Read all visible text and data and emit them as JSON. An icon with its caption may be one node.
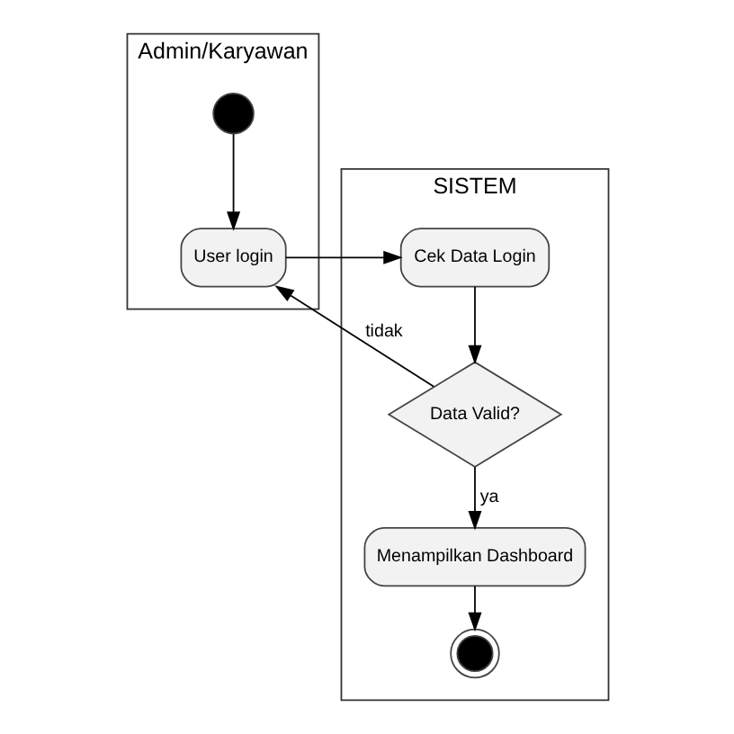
{
  "diagram": {
    "nodes": [
      {
        "text": [
          "Admin/Karyawan"
        ]
      },
      {
        "text": [],
        "shape": "circle",
        "in": 0
      },
      {
        "text": [
          "User login"
        ],
        "in": 0
      },
      {
        "text": [
          "SISTEM"
        ]
      },
      {
        "text": [
          "Cek Data Login"
        ],
        "in": 3
      },
      {
        "text": [
          "Data Valid?"
        ],
        "in": 3
      },
      {
        "text": [
          "Menampilkan Dashboard"
        ],
        "in": 3
      },
      {
        "text": [],
        "shape": "circle",
        "in": 3
      }
    ],
    "edges": [
      {
        "from": 1,
        "to": 2,
        "arrow": "to"
      },
      {
        "from": 2,
        "to": 4,
        "arrow": "to"
      },
      {
        "from": 4,
        "to": 5,
        "arrow": "to"
      },
      {
        "from": 5,
        "to": 2,
        "arrow": "to",
        "label": "tidak"
      },
      {
        "from": 5,
        "to": 6,
        "arrow": "to",
        "label": "ya"
      },
      {
        "from": 6,
        "to": 7,
        "arrow": "to"
      }
    ]
  }
}
